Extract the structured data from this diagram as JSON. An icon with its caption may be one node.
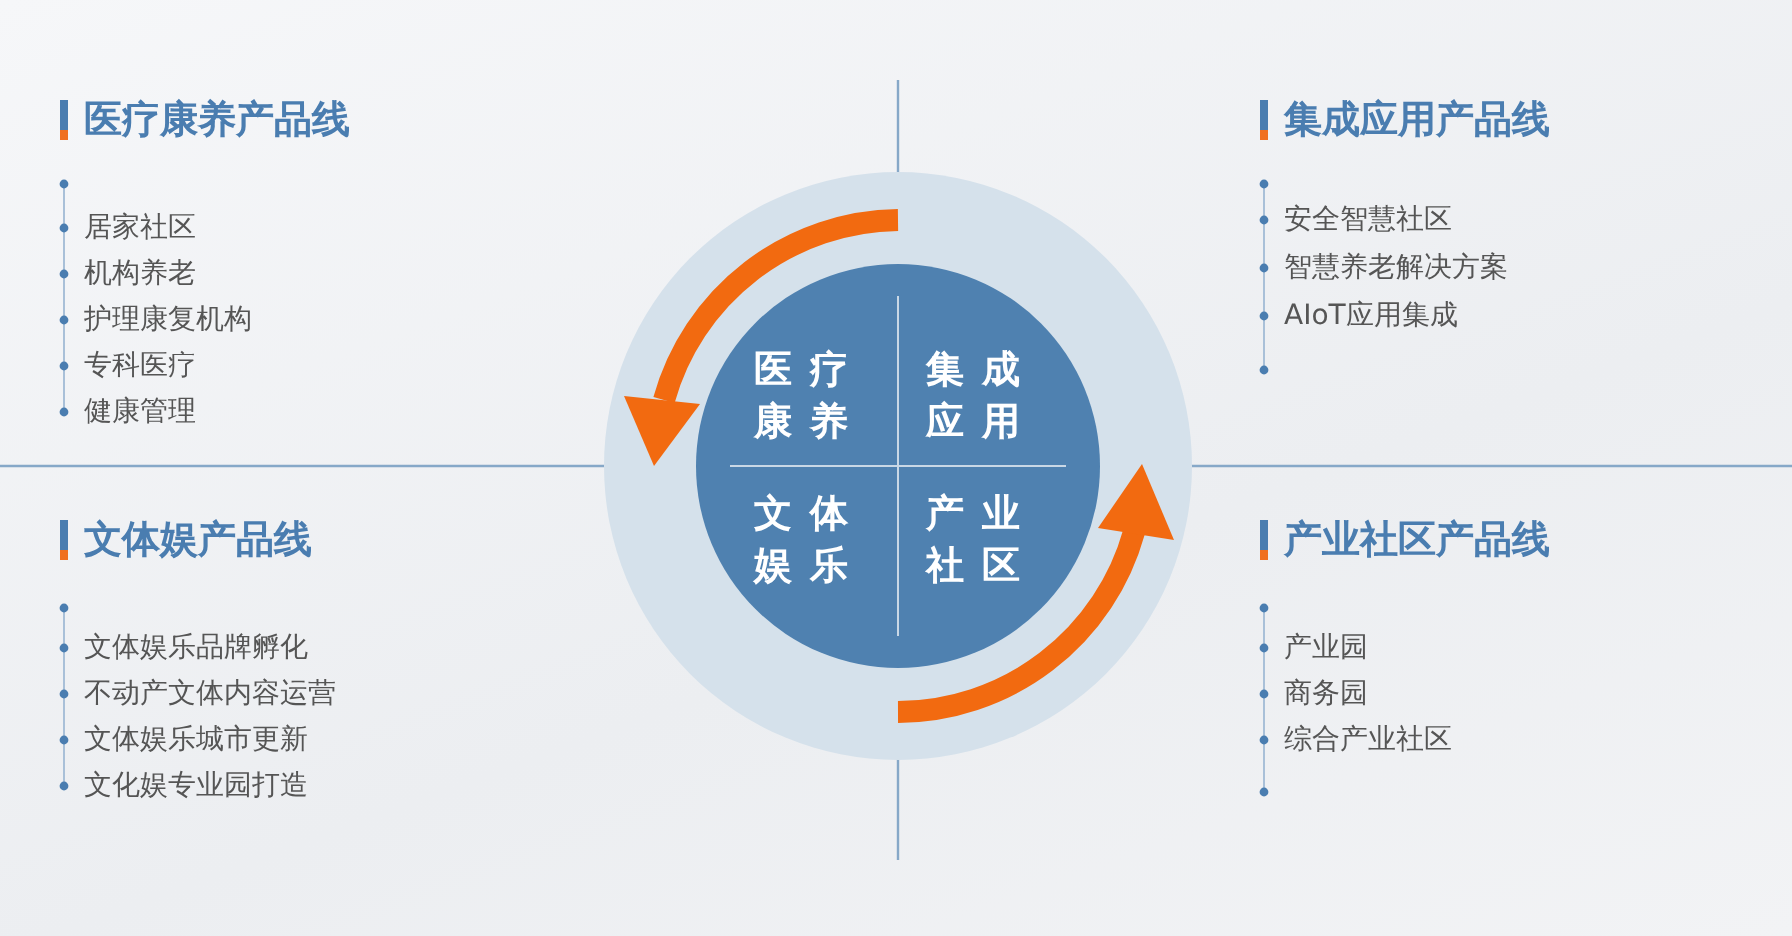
{
  "diagram": {
    "nodes": [
      {
        "text": [],
        "shape": "circle"
      },
      {
        "text": [],
        "shape": "circle",
        "in": 0
      },
      {
        "text": [
          "医疗康养"
        ],
        "in": 1
      },
      {
        "text": [
          "集成应用"
        ],
        "in": 1
      },
      {
        "text": [
          "文体娱乐"
        ],
        "in": 1
      },
      {
        "text": [
          "产业社区"
        ],
        "in": 1
      }
    ],
    "labels": [
      "医疗康养产品线",
      "居家社区",
      "机构养老",
      "护理康复机构",
      "专科医疗",
      "健康管理",
      "集成应用产品线",
      "安全智慧社区",
      "智慧养老解决方案",
      "AIoT应用集成",
      "文体娱产品线",
      "文体娱乐品牌孵化",
      "不动产文体内容运营",
      "文体娱乐城市更新",
      "文化娱专业园打造",
      "产业社区产品线",
      "产业园",
      "商务园",
      "综合产业社区"
    ]
  }
}
